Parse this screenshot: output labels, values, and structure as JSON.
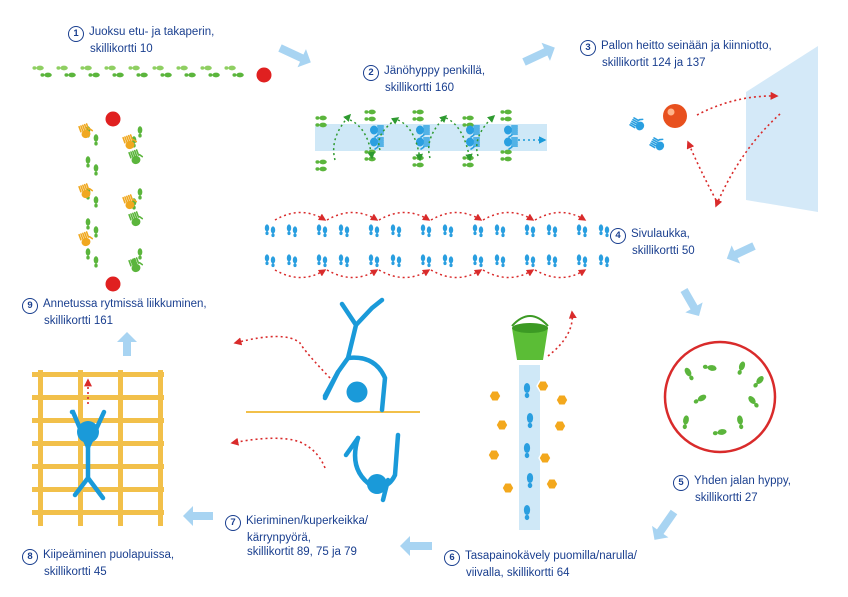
{
  "stations": [
    {
      "num": "1",
      "line1": "Juoksu etu- ja takaperin,",
      "line2": "skillikortti 10"
    },
    {
      "num": "2",
      "line1": "Jänöhyppy penkillä,",
      "line2": "skillikortti 160"
    },
    {
      "num": "3",
      "line1": "Pallon heitto seinään ja kiinniotto,",
      "line2": "skillikortit 124 ja 137"
    },
    {
      "num": "4",
      "line1": "Sivulaukka,",
      "line2": "skillikortti 50"
    },
    {
      "num": "5",
      "line1": "Yhden jalan hyppy,",
      "line2": "skillikortti 27"
    },
    {
      "num": "6",
      "line1": "Tasapainokävely puomilla/narulla/",
      "line2": "viivalla, skillikortti 64"
    },
    {
      "num": "7",
      "line1": "Kieriminen/kuperkeikka/",
      "line2": "kärrynpyörä,",
      "line3": "skillikortit 89, 75 ja 79"
    },
    {
      "num": "8",
      "line1": "Kiipeäminen puolapuissa,",
      "line2": "skillikortti 45"
    },
    {
      "num": "9",
      "line1": "Annetussa rytmissä liikkuminen,",
      "line2": "skillikortti 161"
    }
  ],
  "colors": {
    "text": "#1a3f8f",
    "arrow": "#a8d4f2",
    "footprint_green": "#5bb53c",
    "footprint_blue": "#2a9fe0",
    "ball": "#e02020",
    "ladder": "#f2c04a",
    "figure": "#1a9ad9",
    "dotted": "#d92b2b",
    "bench": "#cfe8f7",
    "hexagon": "#f3a81d",
    "bucket": "#5bbd36"
  },
  "icons": [
    "arrow-icon",
    "footprint-icon",
    "hand-icon",
    "ball-icon",
    "wall-icon",
    "bucket-icon",
    "hexagon-icon",
    "stick-figure-icon",
    "ladder-icon"
  ]
}
